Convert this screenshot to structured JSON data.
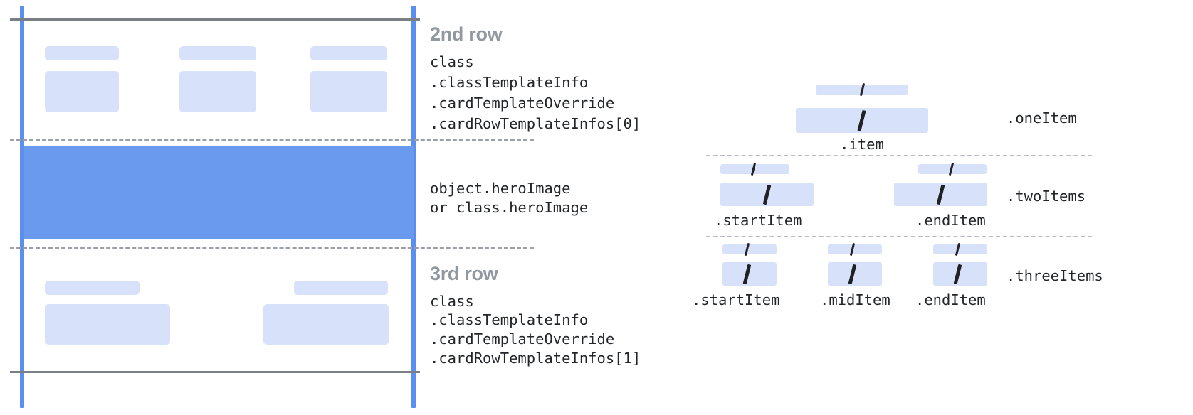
{
  "diagram": {
    "title_hidden": "",
    "left_panel": {
      "rows": [
        {
          "title": "2nd row",
          "code_lines": [
            "class",
            ".classTemplateInfo",
            ".cardTemplateOverride",
            ".cardRowTemplateInfos[0]"
          ]
        },
        {
          "title": "",
          "code_lines": [
            "object.heroImage",
            "or class.heroImage"
          ]
        },
        {
          "title": "3rd row",
          "code_lines": [
            "class",
            ".classTemplateInfo",
            ".cardTemplateOverride",
            ".cardRowTemplateInfos[1]"
          ]
        }
      ]
    },
    "right_panel": {
      "sections": [
        {
          "name": ".oneItem",
          "items": [
            {
              "label": ".item"
            }
          ]
        },
        {
          "name": ".twoItems",
          "items": [
            {
              "label": ".startItem"
            },
            {
              "label": ".endItem"
            }
          ]
        },
        {
          "name": ".threeItems",
          "items": [
            {
              "label": ".startItem"
            },
            {
              "label": ".midItem"
            },
            {
              "label": ".endItem"
            }
          ]
        }
      ]
    },
    "colors": {
      "accent_blue": "#5a8ef0",
      "hero_blue": "#6a9aee",
      "chip_blue": "#d7e1fa",
      "rule_gray": "#7a7f86",
      "dashed_gray": "#9aa0a6",
      "heading_gray": "#9298a0",
      "code_text": "#232629"
    }
  }
}
